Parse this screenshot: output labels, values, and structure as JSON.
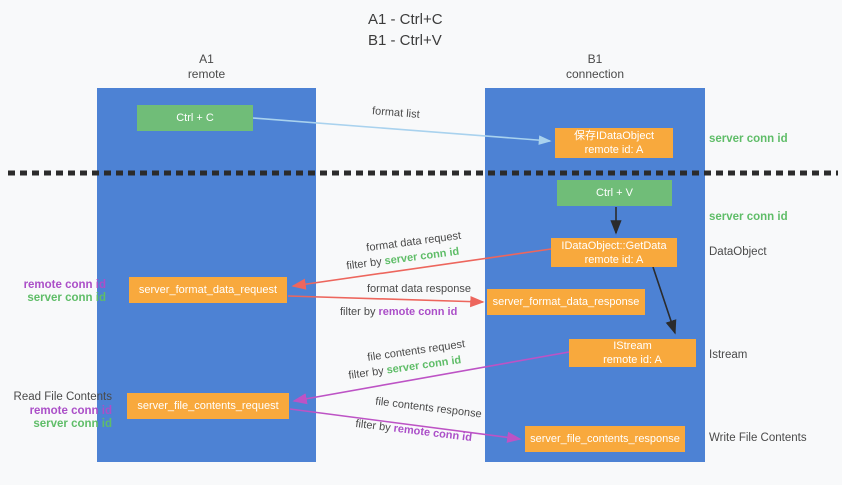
{
  "title": {
    "line1": "A1 - Ctrl+C",
    "line2": "B1 - Ctrl+V"
  },
  "lanes": {
    "left": {
      "id": "A1",
      "role": "remote"
    },
    "right": {
      "id": "B1",
      "role": "connection"
    }
  },
  "nodes": {
    "ctrl_c": {
      "label": "Ctrl + C"
    },
    "save_dataobject": {
      "line1": "保存IDataObject",
      "line2": "remote id: A"
    },
    "ctrl_v": {
      "label": "Ctrl + V"
    },
    "getdata": {
      "line1": "IDataObject::GetData",
      "line2": "remote id: A"
    },
    "format_request": {
      "label": "server_format_data_request"
    },
    "format_response": {
      "label": "server_format_data_response"
    },
    "istream": {
      "line1": "IStream",
      "line2": "remote id: A"
    },
    "file_request": {
      "label": "server_file_contents_request"
    },
    "file_response": {
      "label": "server_file_contents_response"
    }
  },
  "edge_labels": {
    "format_list": "format list",
    "format_data_request": "format data request",
    "format_data_response": "format data response",
    "file_contents_request": "file contents request",
    "file_contents_response": "file contents response",
    "filter_by": "filter by"
  },
  "terms": {
    "server_conn_id": "server conn id",
    "remote_conn_id": "remote conn id"
  },
  "annotations": {
    "dataobject": "DataObject",
    "istream": "Istream",
    "write_file_contents": "Write File Contents",
    "read_file_contents": "Read File Contents"
  },
  "colors": {
    "lane_blue": "#4d82d4",
    "node_green": "#70bd78",
    "node_orange": "#f8a93d",
    "server_id_green": "#5fbd68",
    "remote_id_purple": "#ab4fc8",
    "arrow_red": "#ed665d",
    "arrow_magenta": "#bd53c5",
    "arrow_blue": "#a9d2ee",
    "arrow_black": "#2b2b2b",
    "text_dark": "#404040"
  }
}
